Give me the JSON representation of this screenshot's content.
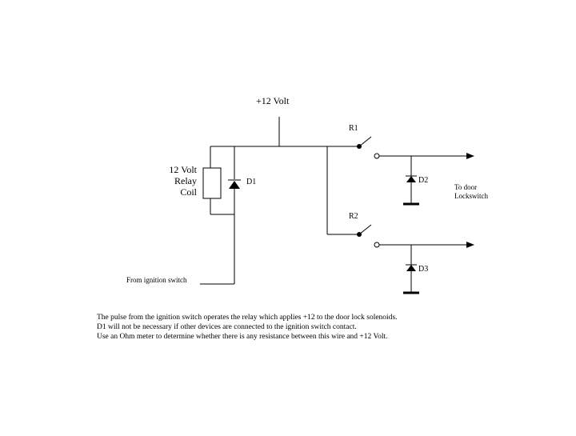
{
  "labels": {
    "supply": "+12 Volt",
    "coil_line1": "12 Volt",
    "coil_line2": "Relay",
    "coil_line3": "Coil",
    "d1": "D1",
    "r1": "R1",
    "r2": "R2",
    "d2": "D2",
    "d3": "D3",
    "door_line1": "To door",
    "door_line2": "Lockswitch",
    "ignition": "From ignition switch"
  },
  "notes": [
    "The pulse from the ignition switch operates the relay which applies +12 to the door lock solenoids.",
    "D1 will not be necessary if other devices are connected to the ignition switch contact.",
    "Use an Ohm meter to determine whether there is any resistance between this wire and +12 Volt."
  ]
}
